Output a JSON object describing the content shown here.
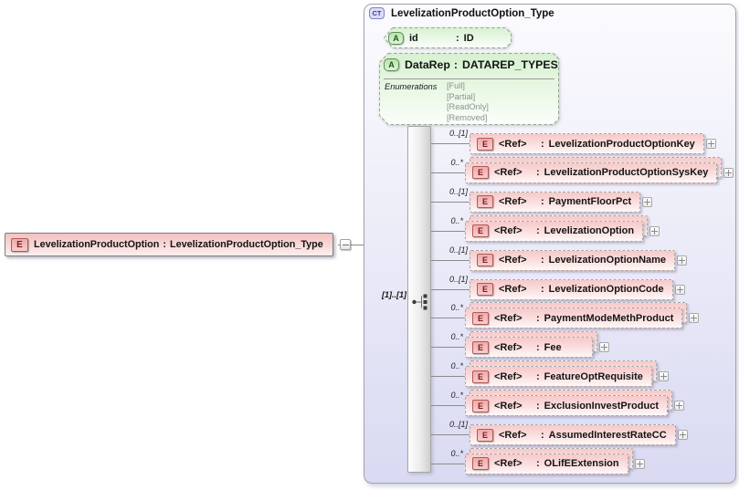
{
  "diagram": {
    "separator": ":",
    "root_element": {
      "icon": "E",
      "name": "LevelizationProductOption",
      "type": "LevelizationProductOption_Type"
    },
    "complex_type": {
      "badge": "CT",
      "title": "LevelizationProductOption_Type",
      "attributes": [
        {
          "badge": "A",
          "name": "id",
          "type": "ID"
        },
        {
          "badge": "A",
          "name": "DataRep",
          "type": "DATAREP_TYPES",
          "enumerations_label": "Enumerations",
          "enumerations": [
            "[Full]",
            "[Partial]",
            "[ReadOnly]",
            "[Removed]"
          ]
        }
      ],
      "sequence_cardinality": "[1]..[1]",
      "elements": [
        {
          "cardinality": "0..[1]",
          "badge": "E",
          "ref_label": "<Ref>",
          "name": "LevelizationProductOptionKey"
        },
        {
          "cardinality": "0..*",
          "badge": "E",
          "ref_label": "<Ref>",
          "name": "LevelizationProductOptionSysKey"
        },
        {
          "cardinality": "0..[1]",
          "badge": "E",
          "ref_label": "<Ref>",
          "name": "PaymentFloorPct"
        },
        {
          "cardinality": "0..*",
          "badge": "E",
          "ref_label": "<Ref>",
          "name": "LevelizationOption"
        },
        {
          "cardinality": "0..[1]",
          "badge": "E",
          "ref_label": "<Ref>",
          "name": "LevelizationOptionName"
        },
        {
          "cardinality": "0..[1]",
          "badge": "E",
          "ref_label": "<Ref>",
          "name": "LevelizationOptionCode"
        },
        {
          "cardinality": "0..*",
          "badge": "E",
          "ref_label": "<Ref>",
          "name": "PaymentModeMethProduct"
        },
        {
          "cardinality": "0..*",
          "badge": "E",
          "ref_label": "<Ref>",
          "name": "Fee"
        },
        {
          "cardinality": "0..*",
          "badge": "E",
          "ref_label": "<Ref>",
          "name": "FeatureOptRequisite"
        },
        {
          "cardinality": "0..*",
          "badge": "E",
          "ref_label": "<Ref>",
          "name": "ExclusionInvestProduct"
        },
        {
          "cardinality": "0..[1]",
          "badge": "E",
          "ref_label": "<Ref>",
          "name": "AssumedInterestRateCC"
        },
        {
          "cardinality": "0..*",
          "badge": "E",
          "ref_label": "<Ref>",
          "name": "OLifEExtension"
        }
      ]
    },
    "colors": {
      "panel_top": "#fbfbfe",
      "panel_bottom": "#d9d9f2",
      "element_pink": "#f7c9c9",
      "attribute_green": "#daf3d4",
      "ct_lavender": "#dcdcf8",
      "line_gray": "#8c8c8c"
    }
  }
}
